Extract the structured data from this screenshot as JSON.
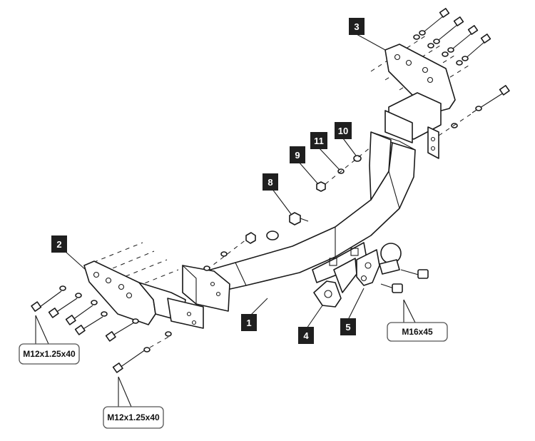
{
  "callouts": {
    "c1": "1",
    "c2": "2",
    "c3": "3",
    "c4": "4",
    "c5": "5",
    "c8": "8",
    "c9": "9",
    "c10": "10",
    "c11": "11"
  },
  "specs": {
    "left_bolts": "M12x1.25x40",
    "bottom_bolts": "M12x1.25x40",
    "ball_bolts": "M16x45"
  },
  "colors": {
    "badge": "#1f1f1f",
    "line": "#1a1a1a",
    "background": "#ffffff"
  }
}
